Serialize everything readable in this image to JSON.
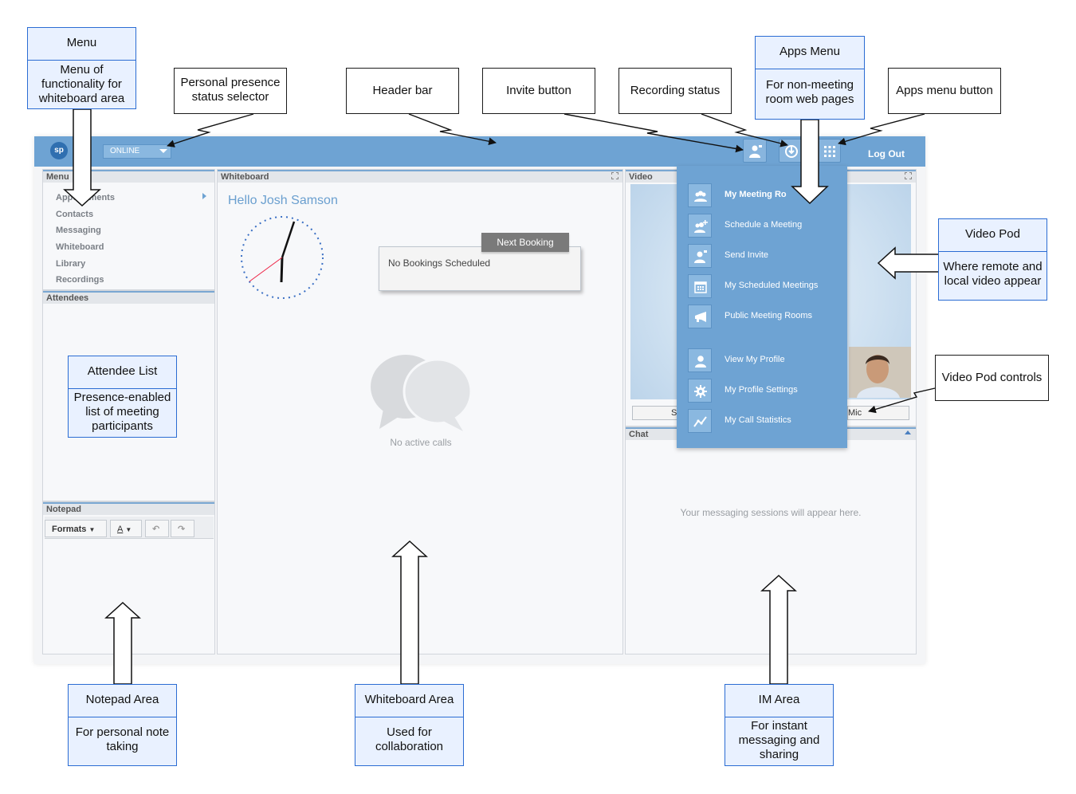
{
  "header": {
    "logo": "sp",
    "status_value": "ONLINE",
    "logout_label": "Log Out"
  },
  "menu_panel": {
    "title": "Menu",
    "items": [
      "Appointments",
      "Contacts",
      "Messaging",
      "Whiteboard",
      "Library",
      "Recordings"
    ]
  },
  "attendees_panel": {
    "title": "Attendees"
  },
  "notepad_panel": {
    "title": "Notepad",
    "formats_label": "Formats",
    "font_color_label": "A"
  },
  "whiteboard_panel": {
    "title": "Whiteboard",
    "greeting": "Hello Josh Samson",
    "next_booking_label": "Next Booking",
    "no_bookings": "No Bookings Scheduled",
    "no_calls": "No active calls"
  },
  "video_panel": {
    "title": "Video",
    "left_control_partial": "S",
    "right_control_partial": "Mic"
  },
  "chat_panel": {
    "title": "Chat",
    "empty_message": "Your messaging sessions will appear here."
  },
  "apps_menu": {
    "items": [
      {
        "label": "My Meeting Ro",
        "icon": "group-icon"
      },
      {
        "label": "Schedule a Meeting",
        "icon": "add-group-icon"
      },
      {
        "label": "Send Invite",
        "icon": "invite-icon"
      },
      {
        "label": "My Scheduled Meetings",
        "icon": "calendar-icon"
      },
      {
        "label": "Public Meeting Rooms",
        "icon": "megaphone-icon"
      },
      {
        "label": "View My Profile",
        "icon": "person-icon"
      },
      {
        "label": "My Profile Settings",
        "icon": "gear-icon"
      },
      {
        "label": "My Call Statistics",
        "icon": "chart-line-icon"
      }
    ]
  },
  "annotations": {
    "menu": {
      "title": "Menu",
      "desc": "Menu of functionality for whiteboard area"
    },
    "presence": "Personal presence status selector",
    "header_bar": "Header bar",
    "invite_button": "Invite button",
    "recording_status": "Recording status",
    "apps_menu": {
      "title": "Apps Menu",
      "desc": "For non-meeting room web pages"
    },
    "apps_menu_button": "Apps menu button",
    "video_pod": {
      "title": "Video Pod",
      "desc": "Where remote and local video appear"
    },
    "video_pod_controls": "Video Pod controls",
    "attendee_list": {
      "title": "Attendee List",
      "desc": "Presence-enabled list of meeting participants"
    },
    "notepad_area": {
      "title": "Notepad Area",
      "desc": "For personal note taking"
    },
    "whiteboard_area": {
      "title": "Whiteboard Area",
      "desc": "Used for collaboration"
    },
    "im_area": {
      "title": "IM Area",
      "desc": "For instant messaging and sharing"
    }
  },
  "colors": {
    "header_blue": "#6ea3d3",
    "callout_border": "#2b6cd3",
    "callout_fill": "#e9f1ff"
  }
}
